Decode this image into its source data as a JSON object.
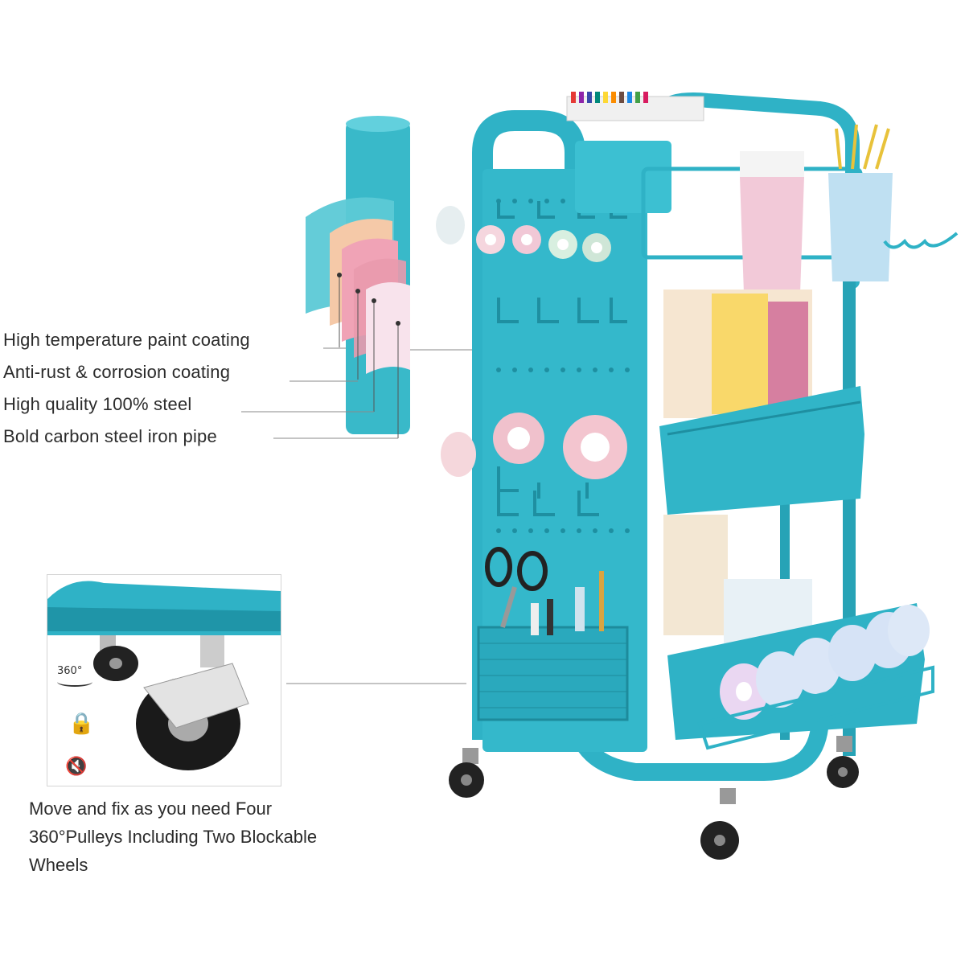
{
  "features": [
    "High temperature paint coating",
    "Anti-rust & corrosion coating",
    "High quality 100% steel",
    "Bold carbon steel iron pipe"
  ],
  "wheel_caption": "Move and fix as you need Four 360°Pulleys Including Two Blockable Wheels",
  "inset_icons": {
    "rotate_text": "360°",
    "rotate_icon": "rotate-360-icon",
    "lock_icon": "padlock-icon",
    "mute_icon": "speaker-mute-icon"
  },
  "colors": {
    "cart_teal": "#2fb2c6",
    "cart_teal_dark": "#1f95a8",
    "cart_teal_light": "#6fd3e0",
    "pink_cup": "#f2c9d8",
    "blue_cup": "#bfe0f2"
  }
}
